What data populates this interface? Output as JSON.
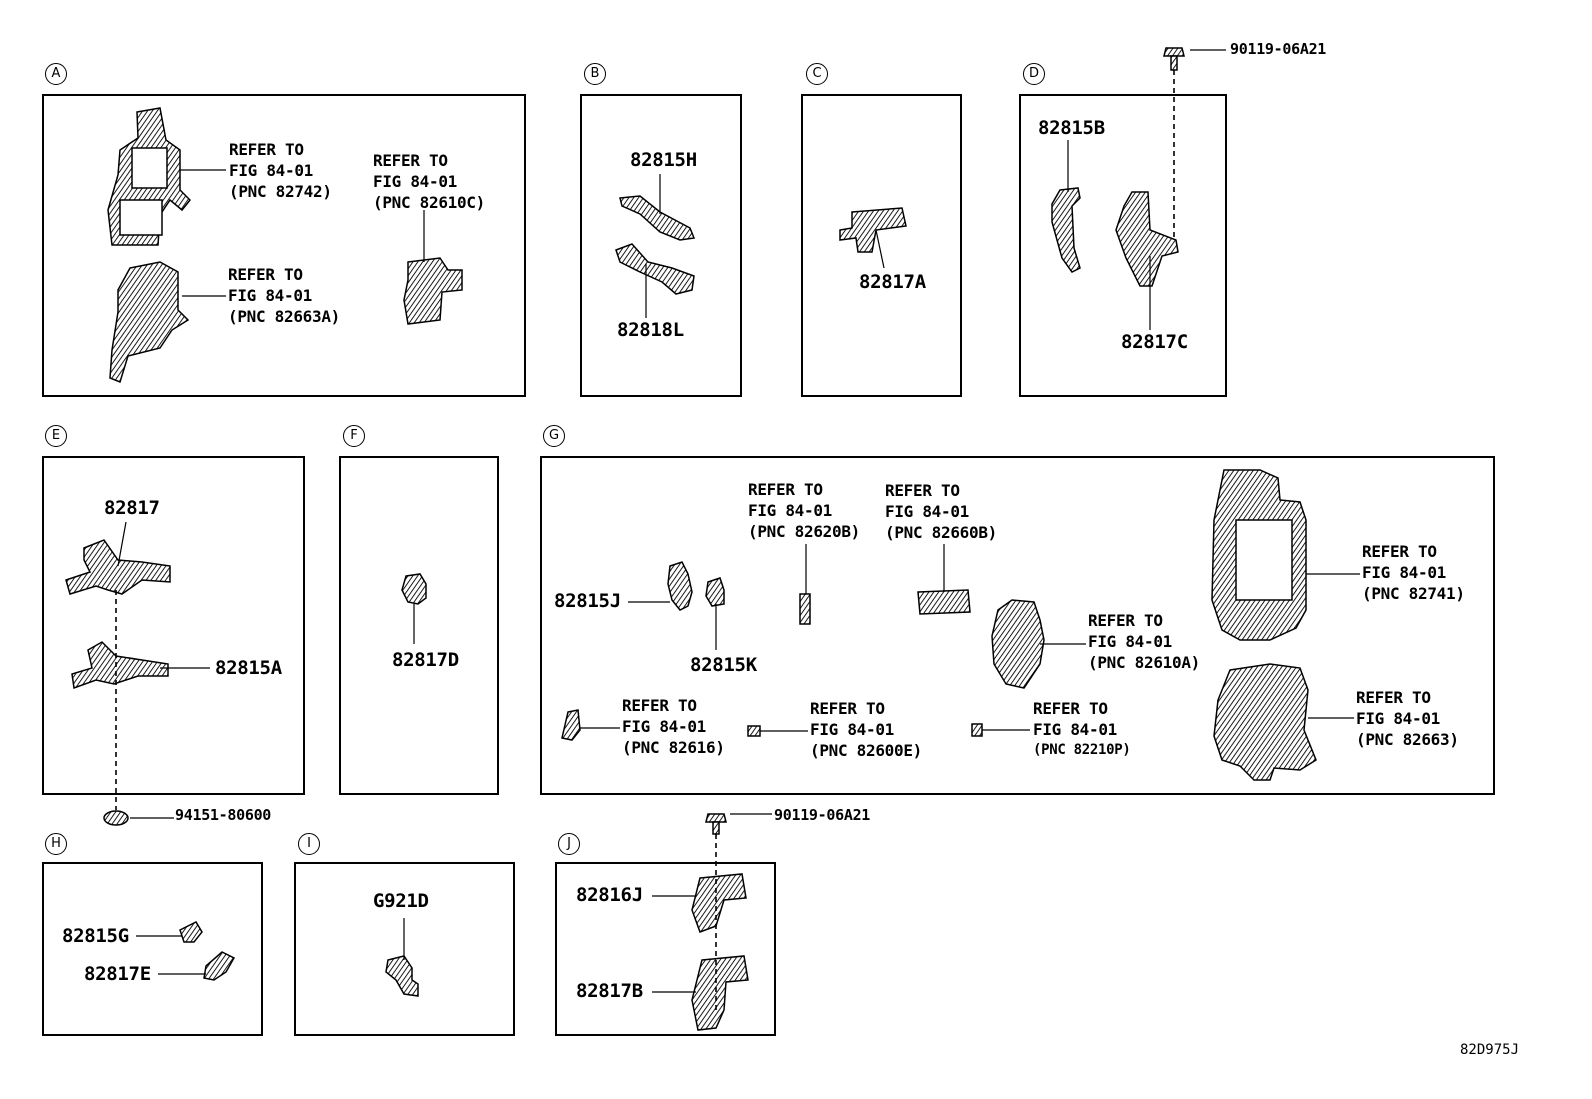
{
  "sections": {
    "A": "A",
    "B": "B",
    "C": "C",
    "D": "D",
    "E": "E",
    "F": "F",
    "G": "G",
    "H": "H",
    "I": "I",
    "J": "J"
  },
  "refer": {
    "a1": {
      "l1": "REFER TO",
      "l2": "FIG 84-01",
      "l3": "(PNC 82742)"
    },
    "a2": {
      "l1": "REFER TO",
      "l2": "FIG 84-01",
      "l3": "(PNC 82610C)"
    },
    "a3": {
      "l1": "REFER TO",
      "l2": "FIG 84-01",
      "l3": "(PNC 82663A)"
    },
    "g1": {
      "l1": "REFER TO",
      "l2": "FIG 84-01",
      "l3": "(PNC 82620B)"
    },
    "g2": {
      "l1": "REFER TO",
      "l2": "FIG 84-01",
      "l3": "(PNC 82660B)"
    },
    "g3": {
      "l1": "REFER TO",
      "l2": "FIG 84-01",
      "l3": "(PNC 82741)"
    },
    "g4": {
      "l1": "REFER TO",
      "l2": "FIG 84-01",
      "l3": "(PNC 82610A)"
    },
    "g5": {
      "l1": "REFER TO",
      "l2": "FIG 84-01",
      "l3": "(PNC 82616)"
    },
    "g6": {
      "l1": "REFER TO",
      "l2": "FIG 84-01",
      "l3": "(PNC 82600E)"
    },
    "g7": {
      "l1": "REFER TO",
      "l2": "FIG 84-01",
      "l3": "(PNC 82210P)"
    },
    "g8": {
      "l1": "REFER TO",
      "l2": "FIG 84-01",
      "l3": "(PNC 82663)"
    }
  },
  "parts": {
    "p82815H": "82815H",
    "p82818L": "82818L",
    "p82817A": "82817A",
    "p82815B": "82815B",
    "p82817C": "82817C",
    "p90119_top": "90119-06A21",
    "p82817": "82817",
    "p82815A": "82815A",
    "p82817D": "82817D",
    "p82815J": "82815J",
    "p82815K": "82815K",
    "p94151": "94151-80600",
    "p90119_j": "90119-06A21",
    "p82815G": "82815G",
    "p82817E": "82817E",
    "pG921D": "G921D",
    "p82816J": "82816J",
    "p82817B": "82817B"
  },
  "figure_code": "82D975J"
}
